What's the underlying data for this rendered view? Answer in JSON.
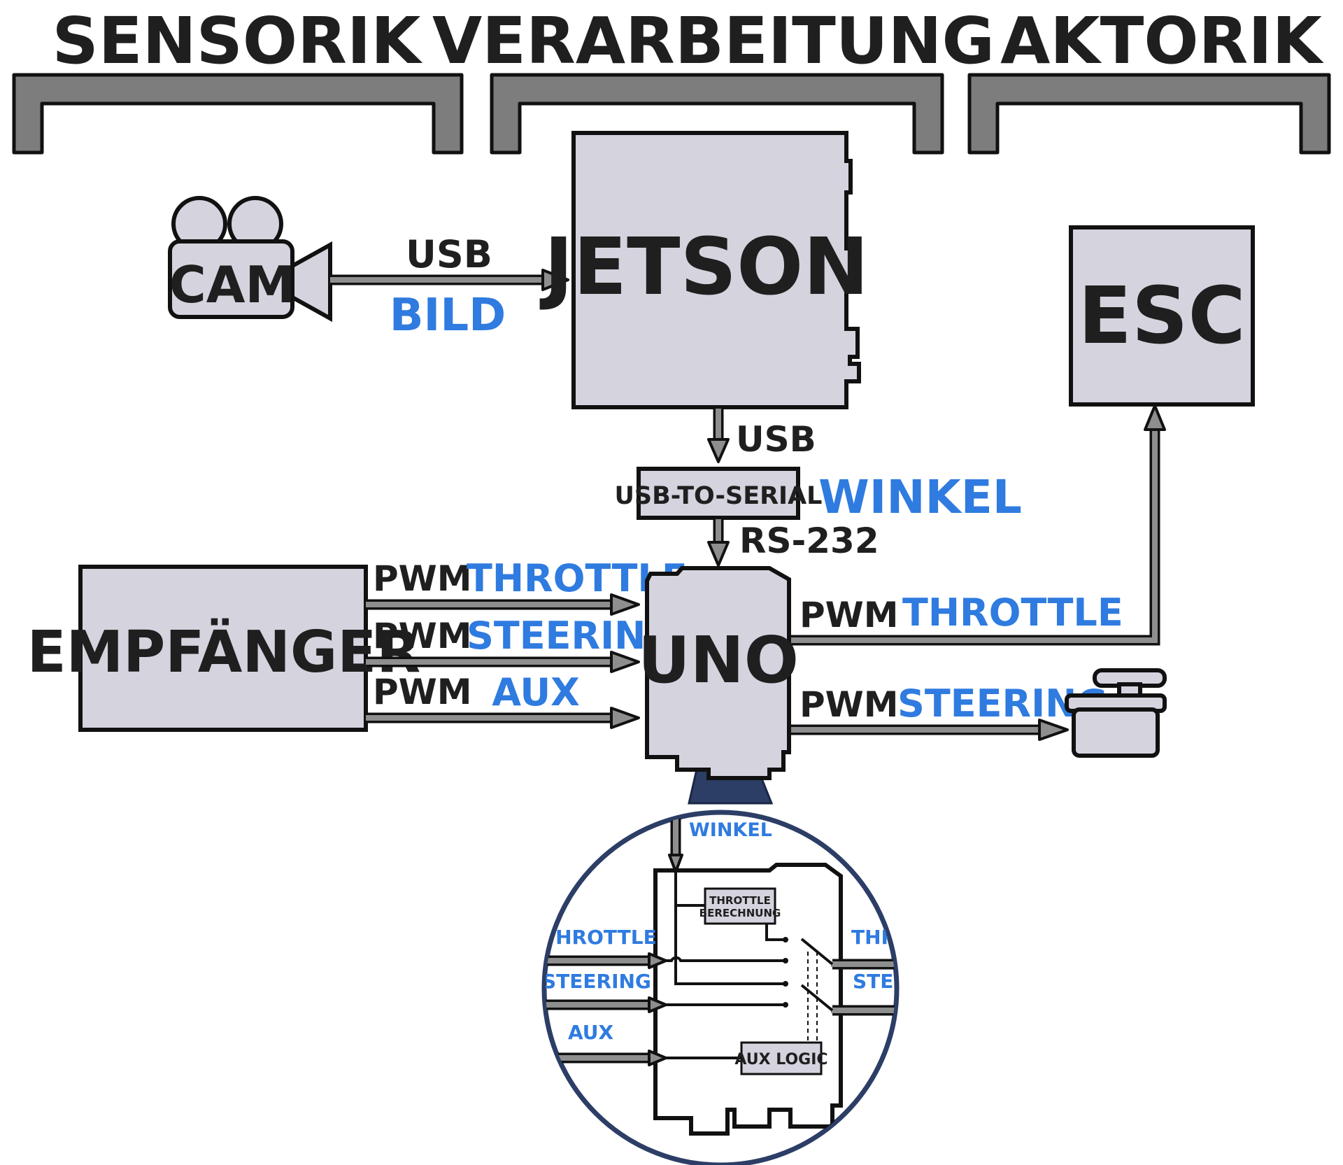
{
  "headings": {
    "sensorik": "SENSORIK",
    "verarbeitung": "VERARBEITUNG",
    "aktorik": "AKTORIK"
  },
  "blocks": {
    "cam": "CAM",
    "jetson": "JETSON",
    "esc": "ESC",
    "usb_to_serial": "USB-TO-SERIAL",
    "empfaenger": "EMPFÄNGER",
    "uno": "UNO"
  },
  "links": {
    "cam_jetson": {
      "bus": "USB",
      "signal": "BILD"
    },
    "jetson_serial": {
      "bus": "USB"
    },
    "serial_uno": {
      "bus": "RS-232",
      "signal": "WINKEL"
    },
    "rx_throttle": {
      "bus": "PWM",
      "signal": "THROTTLE"
    },
    "rx_steering": {
      "bus": "PWM",
      "signal": "STEERING"
    },
    "rx_aux": {
      "bus": "PWM",
      "signal": "AUX"
    },
    "uno_esc": {
      "bus": "PWM",
      "signal": "THROTTLE"
    },
    "uno_servo": {
      "bus": "PWM",
      "signal": "STEERING"
    }
  },
  "zoom": {
    "winkel": "WINKEL",
    "throttle_in": "THROTTLE",
    "steering_in": "STEERING",
    "aux_in": "AUX",
    "throttle_out": "THROTTLE",
    "steering_out": "STEERING",
    "throttle_calc_line1": "THROTTLE",
    "throttle_calc_line2": "BERECHNUNG",
    "aux_logic": "AUX LOGIC"
  },
  "colors": {
    "accent_blue": "#2f7be0",
    "block_fill": "#d4d3de",
    "bracket_gray": "#7d7d7d",
    "zoom_navy": "#2c3e66"
  }
}
